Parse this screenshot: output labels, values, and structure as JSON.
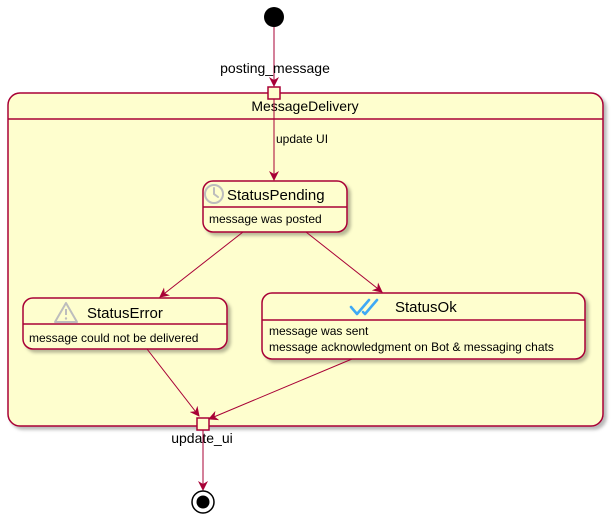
{
  "colors": {
    "state_fill": "#FEFECE",
    "state_border": "#A80036",
    "arrow": "#A80036",
    "initial_node": "#000000",
    "check_icon": "#3FA9F5",
    "warning_icon": "#BDBDBD",
    "clock_icon": "#BDBDBD"
  },
  "diagram": {
    "entry_point_label": "posting_message",
    "exit_point_label": "update_ui",
    "composite": {
      "name": "MessageDelivery"
    },
    "transition_label": "update UI",
    "states": {
      "pending": {
        "name": "StatusPending",
        "icon": "clock-icon",
        "description": "message was posted"
      },
      "error": {
        "name": "StatusError",
        "icon": "warning-icon",
        "description": "message could not be delivered"
      },
      "ok": {
        "name": "StatusOk",
        "icon": "double-check-icon",
        "description_line1": "message was sent",
        "description_line2": "message acknowledgment on Bot & messaging chats"
      }
    }
  }
}
